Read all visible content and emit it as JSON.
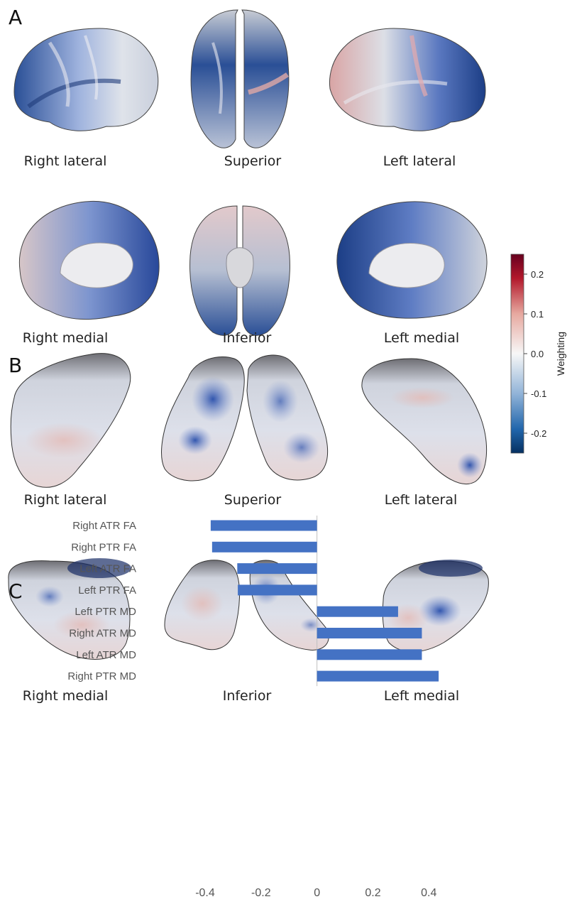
{
  "figure": {
    "panels": {
      "a": "A",
      "b": "B",
      "c": "C"
    },
    "views": {
      "right_lateral": "Right lateral",
      "superior": "Superior",
      "left_lateral": "Left lateral",
      "right_medial": "Right medial",
      "inferior": "Inferior",
      "left_medial": "Left medial"
    },
    "colorbar": {
      "label": "Weighting",
      "ticks": [
        "0.2",
        "0.1",
        "0.0",
        "-0.1",
        "-0.2"
      ],
      "tick_values": [
        0.2,
        0.1,
        0.0,
        -0.1,
        -0.2
      ],
      "range": [
        -0.25,
        0.25
      ],
      "colors": {
        "high": "#67001f",
        "mid": "#f7f7f7",
        "low": "#053061"
      }
    }
  },
  "chart_data": {
    "type": "bar",
    "orientation": "horizontal",
    "categories": [
      "Right ATR FA",
      "Right PTR FA",
      "Left ATR FA",
      "Left PTR FA",
      "Left PTR MD",
      "Right ATR MD",
      "Left ATR MD",
      "Right PTR MD"
    ],
    "values": [
      -0.38,
      -0.375,
      -0.285,
      -0.283,
      0.29,
      0.375,
      0.375,
      0.435
    ],
    "xticks": [
      -0.4,
      -0.2,
      0,
      0.2,
      0.4
    ],
    "xtick_labels": [
      "-0.4",
      "-0.2",
      "0",
      "0.2",
      "0.4"
    ],
    "xlim": [
      -0.4,
      0.45
    ],
    "bar_color": "#4472c4",
    "grid": false
  }
}
